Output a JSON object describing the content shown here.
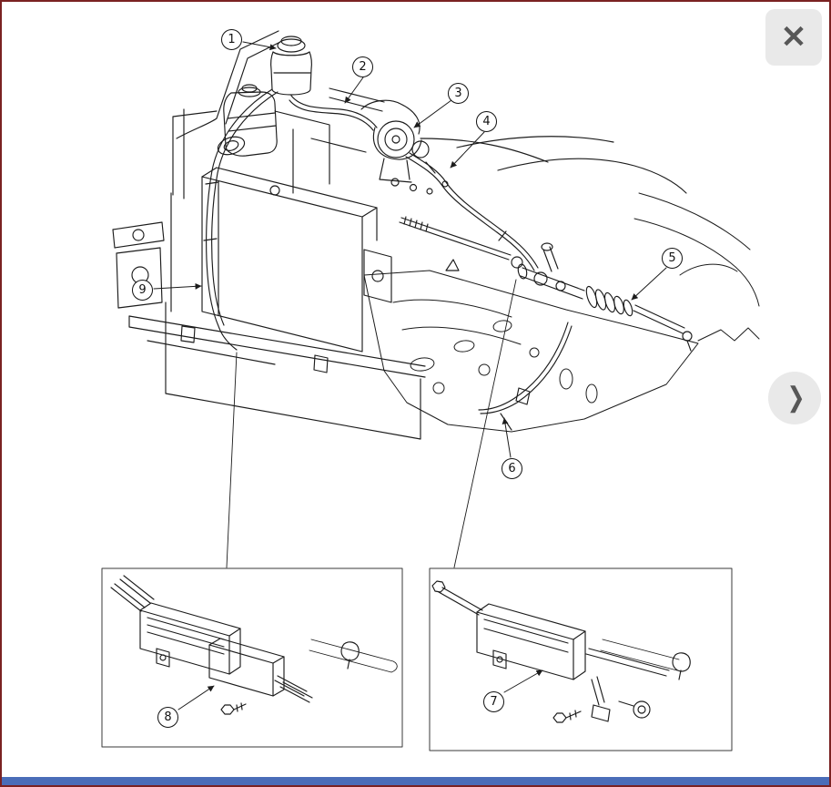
{
  "viewer": {
    "close_icon": "✕",
    "next_icon": "❯",
    "colors": {
      "frame_border": "#7a2222",
      "bottom_bar": "#4a6db8",
      "control_bg": "#e9e9e9",
      "control_icon": "#575757",
      "line_art": "#1c1c1c"
    }
  },
  "diagram": {
    "callouts": [
      {
        "id": 1,
        "label": "1"
      },
      {
        "id": 2,
        "label": "2"
      },
      {
        "id": 3,
        "label": "3"
      },
      {
        "id": 4,
        "label": "4"
      },
      {
        "id": 5,
        "label": "5"
      },
      {
        "id": 6,
        "label": "6"
      },
      {
        "id": 7,
        "label": "7"
      },
      {
        "id": 8,
        "label": "8"
      },
      {
        "id": 9,
        "label": "9"
      }
    ]
  }
}
